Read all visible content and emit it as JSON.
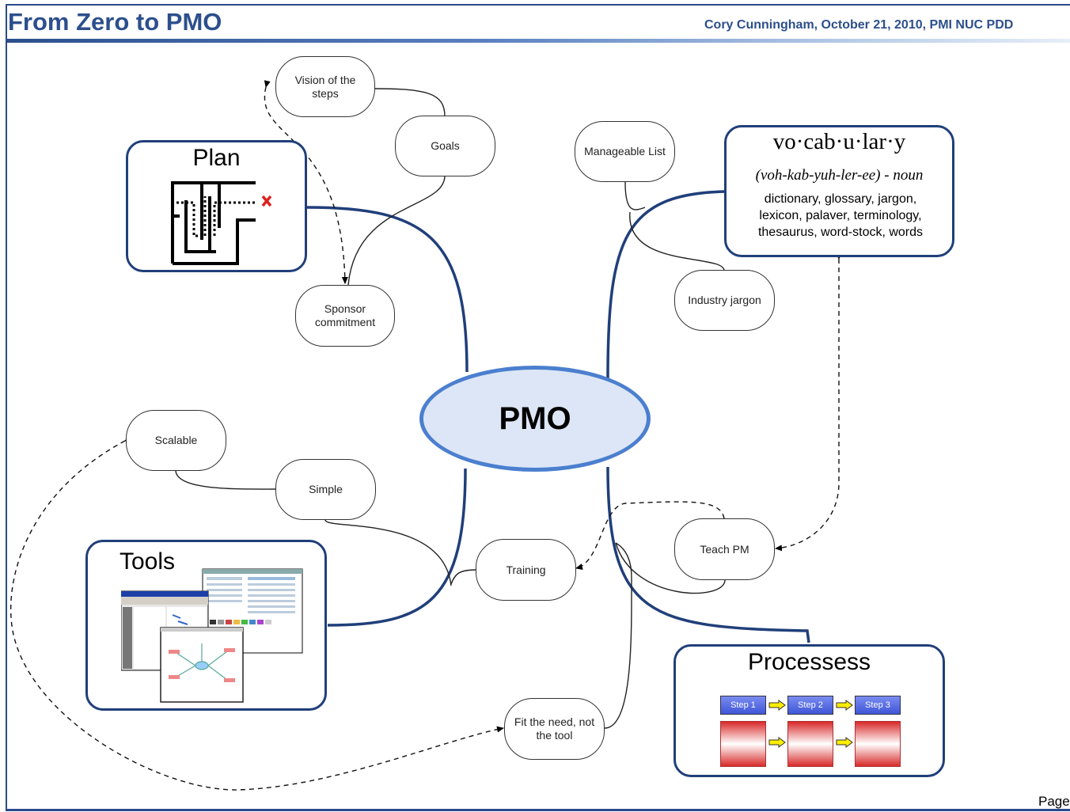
{
  "header": {
    "title": "From Zero to PMO",
    "byline": "Cory Cunningham, October 21, 2010, PMI NUC PDD"
  },
  "footer": {
    "page": "Page"
  },
  "center": {
    "label": "PMO"
  },
  "boxes": {
    "plan": "Plan",
    "tools": "Tools",
    "processes": "Processess",
    "vocabulary": {
      "word": "vo·cab·u·lar·y",
      "pronunciation": "(voh-kab-yuh-ler-ee) - noun",
      "synonyms": "dictionary, glossary, jargon, lexicon, palaver, terminology, thesaurus, word-stock, words"
    }
  },
  "process_steps": [
    "Step 1",
    "Step 2",
    "Step 3"
  ],
  "nodes": {
    "vision": "Vision of the steps",
    "goals": "Goals",
    "sponsor": "Sponsor commitment",
    "manageable": "Manageable List",
    "industry": "Industry jargon",
    "scalable": "Scalable",
    "simple": "Simple",
    "training": "Training",
    "teach": "Teach PM",
    "fit": "Fit the need, not the tool"
  },
  "colors": {
    "brand": "#2c4f8c",
    "branch_line": "#203f7a",
    "pmo_fill": "#dde6f6",
    "pmo_border": "#4b7fcf",
    "step_fill": "#3f56d8",
    "block_fill": "#d92a2a",
    "step_arrow": "#ffee00"
  },
  "icons": {
    "plan": "maze-icon",
    "target": "red-x-icon",
    "tools": "software-screenshots-icon",
    "flow": "yellow-arrow-icon"
  }
}
